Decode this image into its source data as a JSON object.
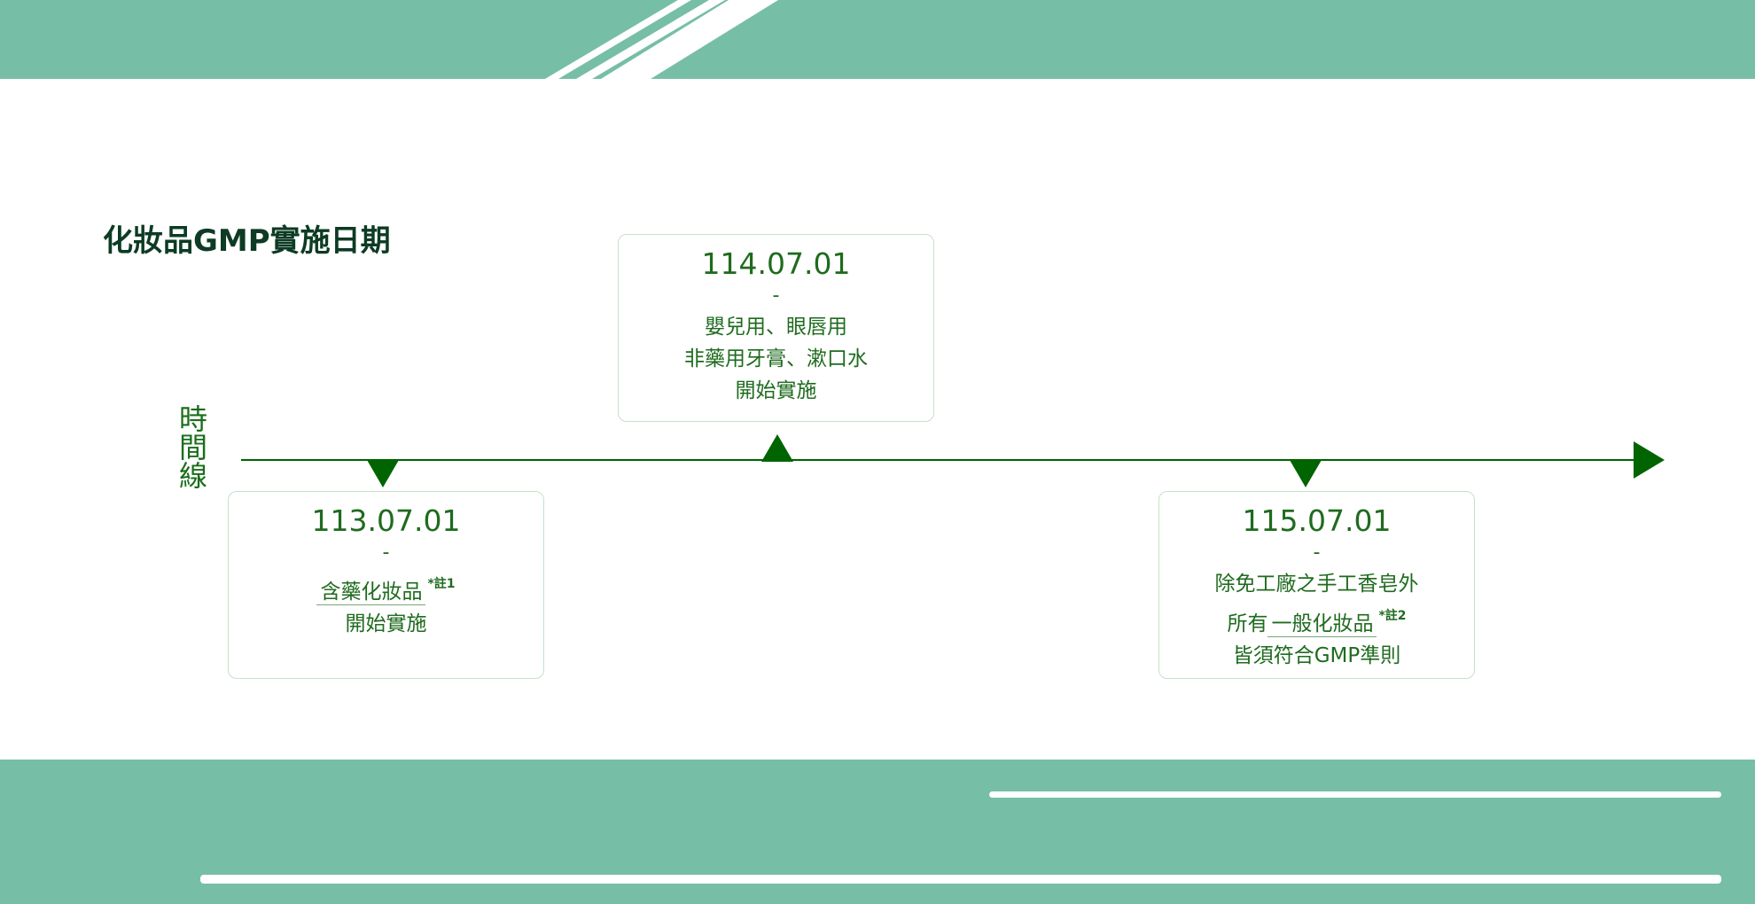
{
  "title": "化妝品GMP實施日期",
  "axis_label": "時間線",
  "milestones": [
    {
      "date": "113.07.01",
      "dash": "-",
      "lines": [
        {
          "text": "含藥化妝品",
          "note": "*註1",
          "underline": true
        },
        {
          "text": "開始實施"
        }
      ]
    },
    {
      "date": "114.07.01",
      "dash": "-",
      "lines": [
        {
          "text": "嬰兒用、眼唇用"
        },
        {
          "text": "非藥用牙膏、漱口水"
        },
        {
          "text": "開始實施"
        }
      ]
    },
    {
      "date": "115.07.01",
      "dash": "-",
      "lines": [
        {
          "text": "除免工廠之手工香皂外"
        },
        {
          "prefix": "所有",
          "text": "一般化妝品",
          "note": "*註2",
          "underline": true
        },
        {
          "text": "皆須符合GMP準則"
        }
      ]
    }
  ],
  "colors": {
    "band": "#77bea7",
    "accent": "#006400",
    "text": "#1f6b1f",
    "title": "#0d3b24"
  }
}
